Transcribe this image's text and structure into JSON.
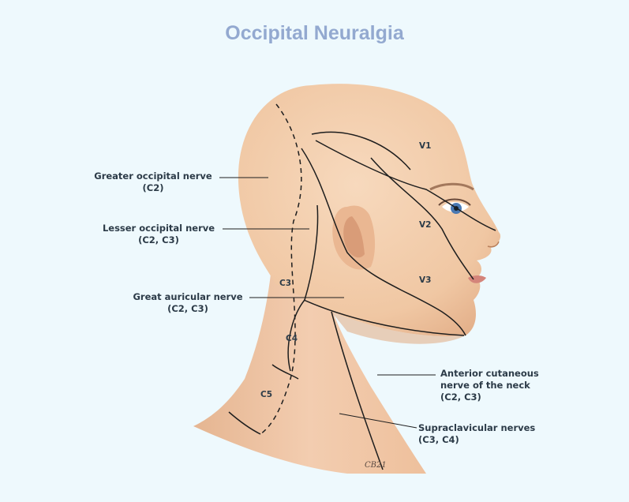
{
  "title": "Occipital Neuralgia",
  "labels": {
    "greater_occipital": {
      "name": "Greater occipital nerve",
      "roots": "(C2)"
    },
    "lesser_occipital": {
      "name": "Lesser occipital nerve",
      "roots": "(C2, C3)"
    },
    "great_auricular": {
      "name": "Great auricular nerve",
      "roots": "(C2, C3)"
    },
    "anterior_cutaneous": {
      "line1": "Anterior cutaneous",
      "line2": "nerve of the neck",
      "roots": "(C2, C3)"
    },
    "supraclavicular": {
      "name": "Supraclavicular nerves",
      "roots": "(C3, C4)"
    }
  },
  "segments": {
    "v1": "V1",
    "v2": "V2",
    "v3": "V3",
    "c3": "C3",
    "c4": "C4",
    "c5": "C5"
  },
  "signature": "CB21",
  "colors": {
    "background": "#eef9fd",
    "skin": "#f1c9a6",
    "title": "#93a9d0",
    "lines": "#1e1e1e"
  }
}
